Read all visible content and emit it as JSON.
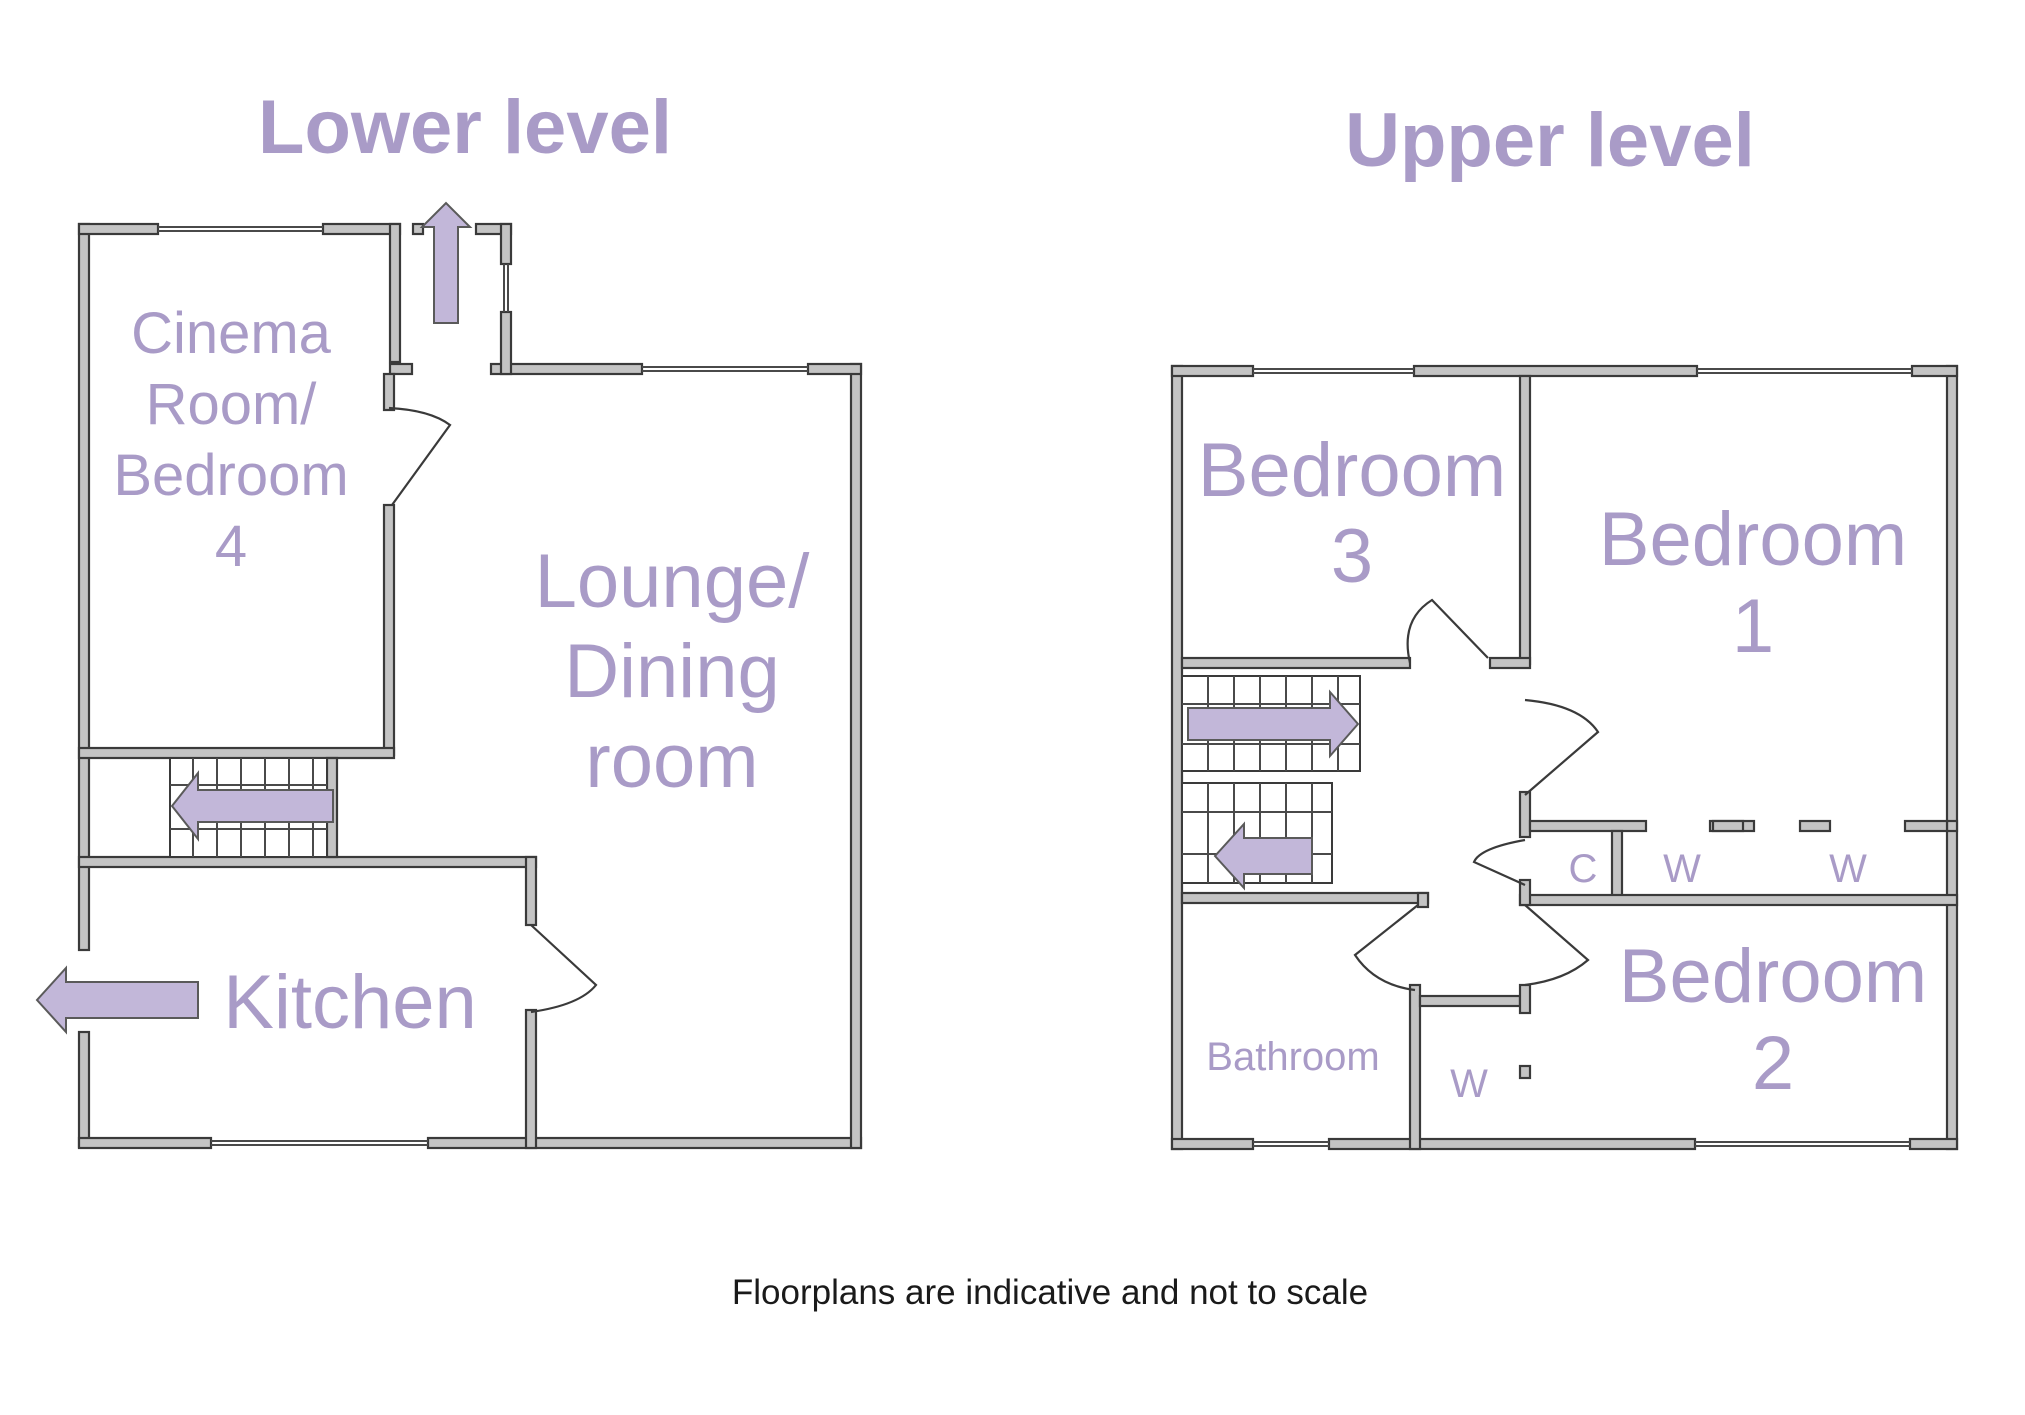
{
  "titles": {
    "lower": "Lower level",
    "upper": "Upper level"
  },
  "lower_rooms": {
    "cinema_line1": "Cinema",
    "cinema_line2": "Room/",
    "cinema_line3": "Bedroom",
    "cinema_line4": "4",
    "lounge_line1": "Lounge/",
    "lounge_line2": "Dining",
    "lounge_line3": "room",
    "kitchen": "Kitchen"
  },
  "upper_rooms": {
    "bed3_line1": "Bedroom",
    "bed3_line2": "3",
    "bed1_line1": "Bedroom",
    "bed1_line2": "1",
    "bed2_line1": "Bedroom",
    "bed2_line2": "2",
    "bathroom": "Bathroom",
    "cupboard": "C",
    "wardrobe_1": "W",
    "wardrobe_2": "W",
    "wardrobe_3": "W"
  },
  "footer": {
    "note": "Floorplans are indicative and not to scale"
  },
  "colors": {
    "label": "#a99bc7",
    "wall_fill": "#c4c4c4",
    "arrow_fill": "#c2b7d9"
  },
  "icons": {
    "stairs": "staircase-icon",
    "direction": "arrow-icon"
  }
}
